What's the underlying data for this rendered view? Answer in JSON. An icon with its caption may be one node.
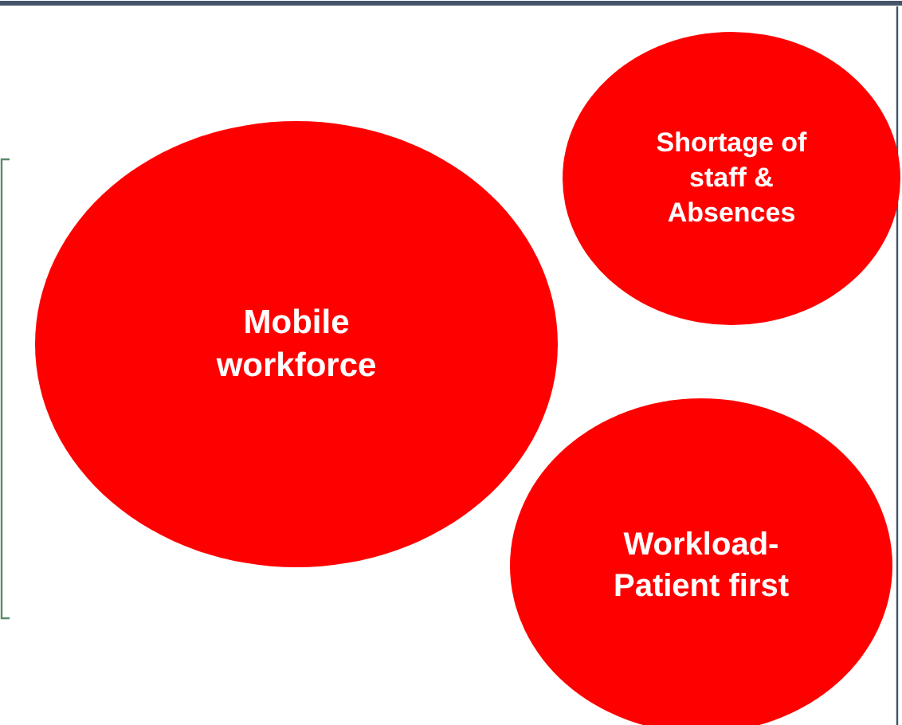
{
  "diagram": {
    "nodes": [
      {
        "text": [
          "Mobile workforce"
        ]
      },
      {
        "text": [
          "Shortage of staff & Absences"
        ]
      },
      {
        "text": [
          "Workload- Patient first"
        ]
      }
    ]
  }
}
